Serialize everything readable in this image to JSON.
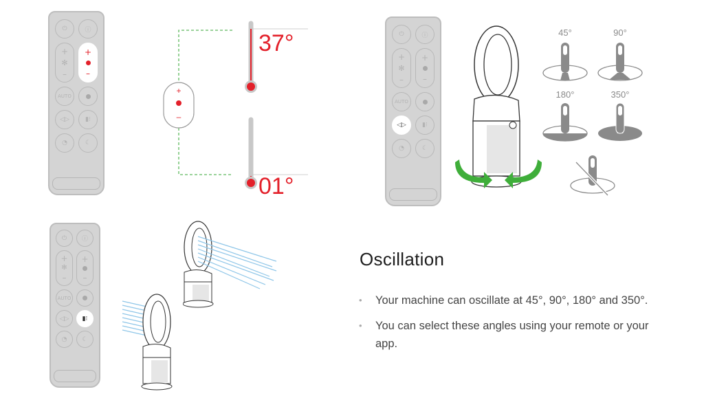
{
  "section": {
    "title": "Oscillation",
    "bullets": [
      "Your machine can oscillate at 45°, 90°, 180° and 350°.",
      "You can select these angles using your remote or your app."
    ]
  },
  "remote": {
    "auto_label": "AUTO",
    "plus": "+",
    "minus": "–"
  },
  "temperature": {
    "max": "37°",
    "min": "01°"
  },
  "oscillation_angles": [
    {
      "label": "45°"
    },
    {
      "label": "90°"
    },
    {
      "label": "180°"
    },
    {
      "label": "350°"
    }
  ],
  "colors": {
    "accent_red": "#e3202a",
    "arrow_green": "#3fae3a",
    "remote_gray": "#d4d4d4",
    "airflow_blue": "#8fc6e8"
  }
}
